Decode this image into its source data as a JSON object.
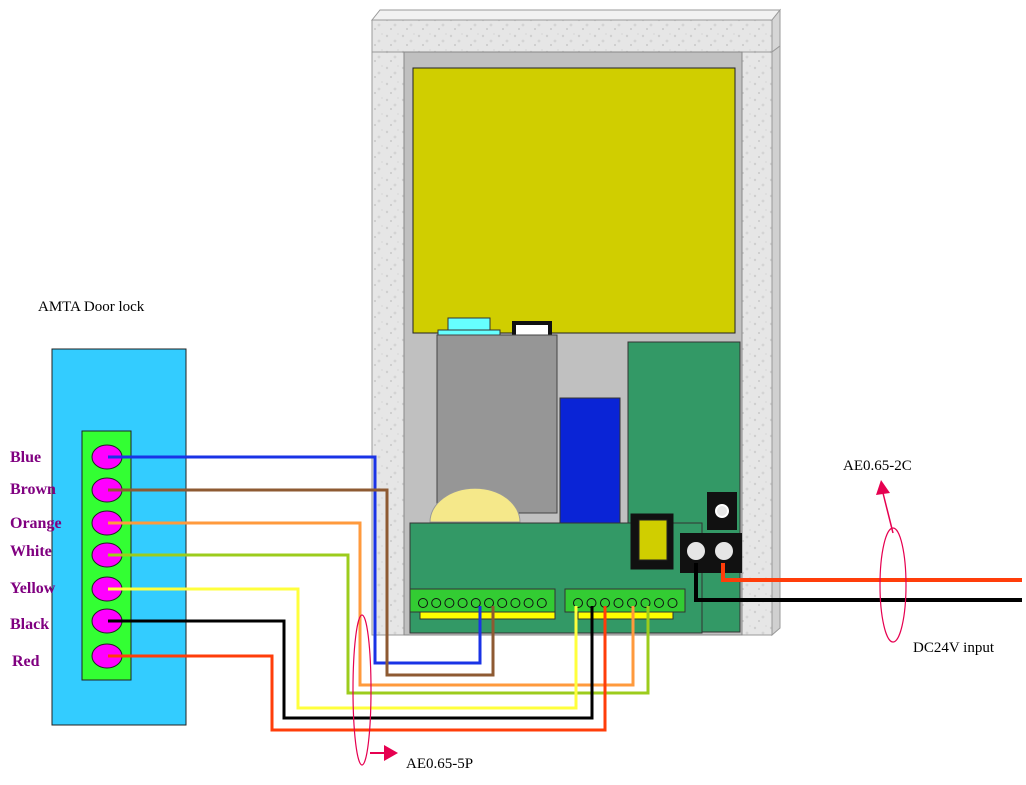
{
  "door_lock": {
    "title": "AMTA Door lock",
    "wires": [
      {
        "label": "Blue",
        "color": "#1a33e6"
      },
      {
        "label": "Brown",
        "color": "#8e5a32"
      },
      {
        "label": "Orange",
        "color": "#ff9a3c"
      },
      {
        "label": "White",
        "color": "#9ccc1c"
      },
      {
        "label": "Yellow",
        "color": "#ffff3c"
      },
      {
        "label": "Black",
        "color": "#000000"
      },
      {
        "label": "Red",
        "color": "#ff3d0a"
      }
    ]
  },
  "cables": {
    "five_pair": "AE0.65-5P",
    "two_core": "AE0.65-2C",
    "power_input": "DC24V input"
  },
  "colors": {
    "lock_body": "#33ccff",
    "terminal_strip": "#33ff33",
    "terminal_dot": "#ff00ff",
    "label_text": "#800080",
    "enclosure": "#eaeaea",
    "panel": "#d0ce00",
    "pcb": "#339966",
    "terminal_block": "#33cc33",
    "relay": "#0a24d6",
    "module": "#969696",
    "connector": "#66ffff",
    "annotation": "#e60050"
  }
}
